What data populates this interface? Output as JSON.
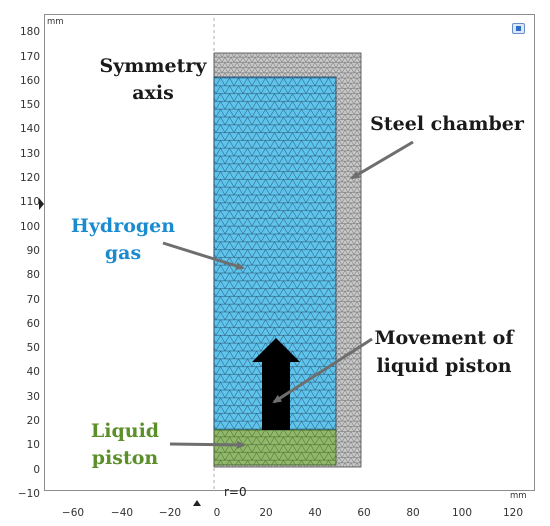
{
  "axes": {
    "y_unit": "mm",
    "x_unit": "mm",
    "y_ticks": [
      "180",
      "170",
      "160",
      "150",
      "140",
      "130",
      "120",
      "110",
      "100",
      "90",
      "80",
      "70",
      "60",
      "50",
      "40",
      "30",
      "20",
      "10",
      "0",
      "−10"
    ],
    "x_ticks": [
      "−60",
      "−40",
      "−20",
      "0",
      "20",
      "40",
      "60",
      "80",
      "100",
      "120"
    ],
    "r_label": "r=0"
  },
  "annotations": {
    "symmetry_axis": [
      "Symmetry",
      "axis"
    ],
    "steel_chamber": [
      "Steel chamber"
    ],
    "hydrogen_gas": [
      "Hydrogen",
      "gas"
    ],
    "movement": [
      "Movement of",
      "liquid piston"
    ],
    "liquid_piston": [
      "Liquid",
      "piston"
    ]
  },
  "colors": {
    "steel": "#c8c8c8",
    "hydrogen": "#5fc4ec",
    "piston": "#8fb86a",
    "mesh": "#1d3d5c",
    "arrow_black": "#000000",
    "pointer_gray": "#6e6e6e",
    "blue_text": "#1b8bd0",
    "green_text": "#5b8f2a"
  },
  "icons": [
    "window-corner-icon"
  ]
}
